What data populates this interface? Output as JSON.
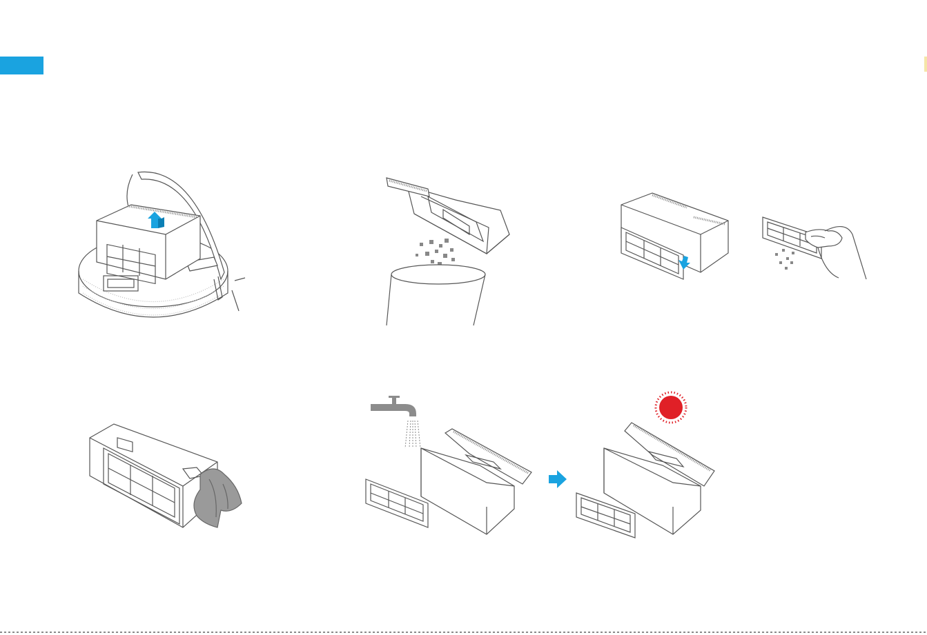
{
  "colors": {
    "accent_blue": "#1aa3e0",
    "hot_red": "#e02027",
    "line_gray": "#555555",
    "tap_gray": "#8c8c8c",
    "cloth_gray": "#9a9a9a",
    "edge_yellow": "#f5e6a8"
  },
  "illustrations": [
    {
      "name": "open-lid-remove-dustbin",
      "icons": [
        "robot-vacuum-icon",
        "arrow-up-icon"
      ]
    },
    {
      "name": "empty-dustbin-into-trash",
      "icons": [
        "dustbin-icon",
        "trash-can-icon",
        "debris-icon"
      ]
    },
    {
      "name": "remove-and-tap-filter",
      "icons": [
        "dustbin-icon",
        "arrow-down-icon",
        "filter-icon",
        "hand-icon"
      ]
    },
    {
      "name": "wipe-dustbin-with-cloth",
      "icons": [
        "dustbin-icon",
        "cloth-icon"
      ]
    },
    {
      "name": "rinse-dustbin-and-filter",
      "icons": [
        "faucet-icon",
        "water-icon",
        "filter-icon",
        "dustbin-icon",
        "arrow-right-icon"
      ]
    },
    {
      "name": "dry-in-sun",
      "icons": [
        "sun-icon",
        "dustbin-icon",
        "filter-icon"
      ]
    }
  ]
}
